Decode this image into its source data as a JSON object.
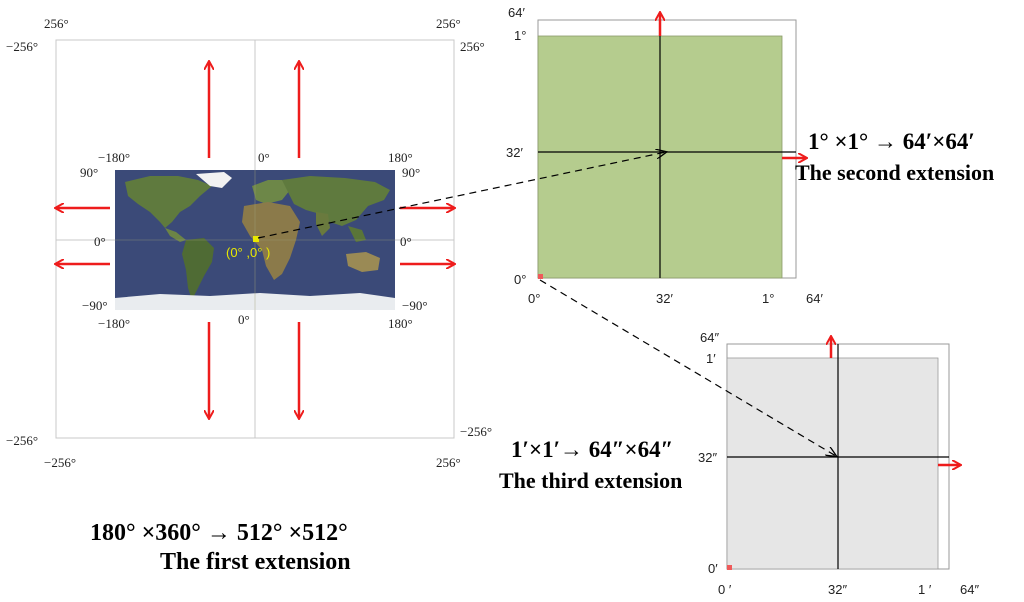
{
  "colors": {
    "arrow": "#ee1c1c",
    "frame": "#c8c8c8",
    "box2_fill": "#b5cc8e",
    "box3_fill": "#e6e6e6",
    "origin_marker": "#ef5a5a",
    "ocean": "#3b4a78",
    "land": "#5f7a3e",
    "ice": "#f2f2f2",
    "center_text": "#e8e800"
  },
  "icons": [
    "extension-arrow-icon",
    "world-map-image",
    "dashed-connector-arrow-icon"
  ],
  "panel1": {
    "corner_tl_top": "256°",
    "corner_tr_top": "256°",
    "corner_tl_left": "−256°",
    "corner_tr_right": "256°",
    "corner_bl_left": "−256°",
    "corner_br_right": "−256°",
    "corner_bl_bottom": "−256°",
    "corner_br_bottom": "256°",
    "map_tl_lon": "−180°",
    "map_tl_lat": "90°",
    "map_top_center": "0°",
    "map_tr_lon": "180°",
    "map_tr_lat": "90°",
    "map_left_mid": "0°",
    "map_right_mid": "0°",
    "map_bl_lat": "−90°",
    "map_bl_lon": "−180°",
    "map_bottom_center": "0°",
    "map_br_lat": "−90°",
    "map_br_lon": "180°",
    "center_label": "(0°  ,0°  )",
    "formula": "180°  ×360°  → 512°  ×512°",
    "caption": "The first extension"
  },
  "panel2": {
    "top_left": "64′",
    "y_max": "1°",
    "y_mid": "32′",
    "y_min": "0°",
    "x_min": "0°",
    "x_mid": "32′",
    "x_max": "1°",
    "x_outer": "64′",
    "formula": "1°  ×1°  → 64′×64′",
    "caption": "The second extension"
  },
  "panel3": {
    "top_left": "64″",
    "y_max": "1′",
    "y_mid": "32″",
    "y_min": "0′",
    "x_min": "0 ′",
    "x_mid": "32″",
    "x_max": "1 ′",
    "x_outer": "64″",
    "formula": "1′×1′→ 64″×64″",
    "caption": "The third extension"
  }
}
